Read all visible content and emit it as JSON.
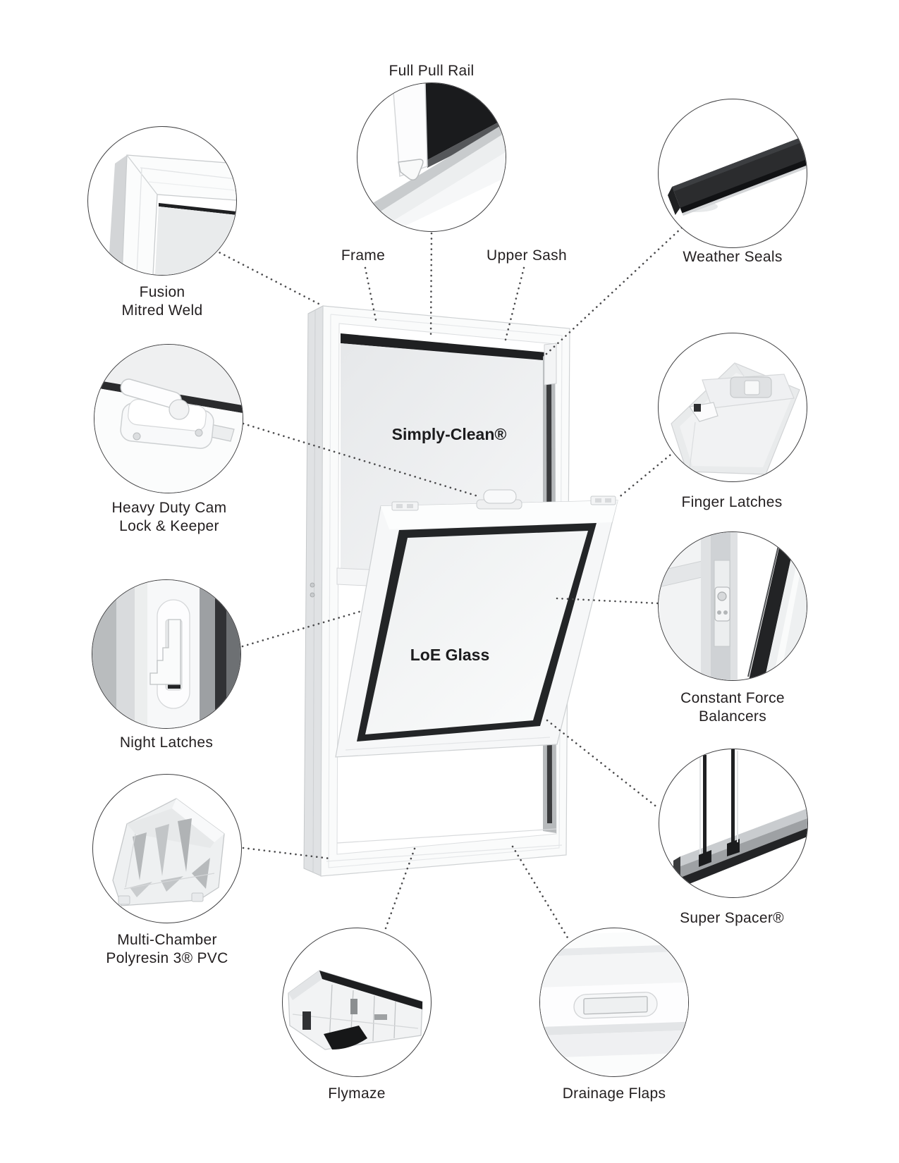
{
  "diagram": {
    "background": "#ffffff",
    "text_color": "#231f20",
    "dot_color": "#4a4a4c",
    "window_labels": {
      "upper_glass": "Simply-Clean®",
      "lower_glass": "LoE Glass"
    },
    "part_labels": {
      "frame": "Frame",
      "upper_sash": "Upper Sash"
    },
    "callouts": [
      {
        "id": "full-pull-rail",
        "lines": [
          "Full Pull Rail"
        ]
      },
      {
        "id": "fusion-mitred-weld",
        "lines": [
          "Fusion",
          "Mitred Weld"
        ]
      },
      {
        "id": "weather-seals",
        "lines": [
          "Weather Seals"
        ]
      },
      {
        "id": "heavy-duty-cam-lock",
        "lines": [
          "Heavy Duty Cam",
          "Lock & Keeper"
        ]
      },
      {
        "id": "finger-latches",
        "lines": [
          "Finger Latches"
        ]
      },
      {
        "id": "night-latches",
        "lines": [
          "Night Latches"
        ]
      },
      {
        "id": "constant-force-balancers",
        "lines": [
          "Constant Force",
          "Balancers"
        ]
      },
      {
        "id": "multi-chamber-pvc",
        "lines": [
          "Multi-Chamber",
          "Polyresin 3® PVC"
        ]
      },
      {
        "id": "super-spacer",
        "lines": [
          "Super Spacer®"
        ]
      },
      {
        "id": "flymaze",
        "lines": [
          "Flymaze"
        ]
      },
      {
        "id": "drainage-flaps",
        "lines": [
          "Drainage Flaps"
        ]
      }
    ]
  }
}
